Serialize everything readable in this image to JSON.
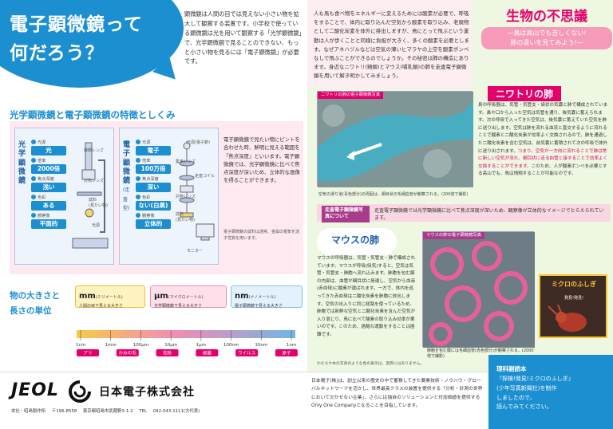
{
  "left": {
    "title_line1": "電子顕微鏡って",
    "title_line2": "何だろう？",
    "intro": "顕微鏡は人間の目では見えない小さい物を拡大して観察する装置です。小学校で使っている顕微鏡は光を用いて観察する「光学顕微鏡」で、光学顕微鏡で見ることのできない、もっと小さい物を見るには「電子顕微鏡」が必要です。",
    "compare_title": "光学顕微鏡と電子顕微鏡の特徴としくみ",
    "optical": {
      "label": "光学顕微鏡",
      "specs": [
        {
          "key": "光源",
          "value": "光"
        },
        {
          "key": "倍率",
          "value": "2000倍"
        },
        {
          "key": "焦点深度",
          "value": "浅い"
        },
        {
          "key": "色彩",
          "value": "ある"
        },
        {
          "key": "観察像",
          "value": "平面的"
        }
      ],
      "diagram_labels": [
        "接眼レンズ",
        "対物レンズ",
        "試料",
        "(見たい物)",
        "光源"
      ]
    },
    "electron": {
      "label": "電子顕微鏡",
      "sub_label": "(走査型)",
      "specs": [
        {
          "key": "光源",
          "value": "電子"
        },
        {
          "key": "倍率",
          "value": "100万倍"
        },
        {
          "key": "焦点深度",
          "value": "深い"
        },
        {
          "key": "色彩",
          "value": "ない(白黒)"
        },
        {
          "key": "観察像",
          "value": "立体的"
        }
      ],
      "diagram_labels": [
        "光源(電子銃)",
        "集束レンズ",
        "走査コイル",
        "対物レンズ",
        "試料",
        "(見たい物)",
        "モニター"
      ]
    },
    "compare_note": "電子顕微鏡で見たい物にピントを合わせた時、鮮明に見える範囲を「焦点深度」といいます。電子顕微鏡では、光学顕微鏡に比べて焦点深度が深いため、立体的な画像を得ることができます。",
    "compare_footnote": "電子顕微鏡の試料は通常、金属の電気を流す性質を用います。",
    "size_title_line1": "物の大きさと",
    "size_title_line2": "長さの単位",
    "units": [
      {
        "symbol": "mm",
        "sub": "(ミリメートル)",
        "desc": "人間の目で見える大きさ"
      },
      {
        "symbol": "μm",
        "sub": "(マイクロメートル)",
        "desc": "光学顕微鏡で見える大きさ"
      },
      {
        "symbol": "nm",
        "sub": "(ナノメートル)",
        "desc": "電子顕微鏡で見える大きさ"
      }
    ],
    "scale": {
      "ticks": [
        "1cm",
        "1mm",
        "100μm",
        "10μm",
        "1μm",
        "100nm",
        "10nm",
        "1nm"
      ],
      "objects": [
        "アリ",
        "かみの毛",
        "花粉",
        "細菌",
        "ウイルス",
        "原子"
      ]
    }
  },
  "right": {
    "intro": "人も馬も食べ物をエネルギーに変えるためには酸素が必要で、呼吸をすることで、体内に取り込んだ空気から酸素を取り込み、老廃物として二酸化炭素を体外に排出しますが、鳥にとって飛ぶという運動は人が歩くことと同様に負担が大きく、多くの酸素を必要とします。なぜアネハヅルなどは空気の薄いヒマラヤの上空を酸素ボンベなしで飛ぶことができるのでしょうか。その秘密は肺の構造にあります。身近なニワトリ(鶏類)とマウス(哺乳類)の肺を走査電子顕微鏡を用いて解き明かしてみましょう。",
    "title": "生物の不思議",
    "subtitle_line1": "―鳥は高山でも苦しくない!",
    "subtitle_line2": "肺の違いを見てみよう!―",
    "chicken": {
      "image_header": "ニワトリの肺の電子顕微鏡写真",
      "caption": "空気の通り道(青色部分)の周囲は、網目状の毛細血管が観察される。(200倍で撮影)",
      "heading": "ニワトリの肺",
      "text_1": "鳥の呼吸器は、気管・気管支・袋状の気嚢と肺で構成されています。鼻や口から入った空気は気管を通り、後気嚢に蓄えられます。次の呼吸で入ってきた空気は、後気嚢に蓄えていた空気を肺に送り出します。空気は肺を流れる血流と直交するように流れることで酸素と二酸化炭素が効率よく交換されるので、肺を通過した二酸化炭素を含む空気は、前気嚢に蓄積されて次の呼吸で体外に送り出されます。",
      "text_highlight": "つまり、空気が一方向に流れることで肺は常に新しい空気が流れ、網目状に走る血管と接することで効率よく交換することができます。",
      "text_2": "このため、人が酸素ボンベを必要とする高山でも、鳥は飛翔することが可能なのです。"
    },
    "sem": {
      "tag": "走査電子顕微鏡写真について",
      "text": "走査電子顕微鏡では光学顕微鏡に比べて焦点深度が深いため、観察像が立体的なイメージでとらえられています。"
    },
    "mouse": {
      "heading": "マウスの肺",
      "text": "マウスの呼吸器は、気管・気管支・肺で構成されています。マウスが呼吸(吸気)すると、空気は気管・気管支・肺胞へ流れ込みます。肺胞を包む膜の内部は、血管が網目状に発達し、空気から血液(赤血球)に酸素が運ばれます。一方で、体内を巡ってきた赤血球は二酸化炭素を肺胞に放出します。空気の出入りに同じ経路を使っているため、肺胞では新鮮な空気と二酸化炭素を含んだ空気が入り混じり、鳥に比べて酸素の取り込み効率が悪いのです。このため、過酷な運動をすることは困難です。",
      "image_header": "マウスの肺の電子顕微鏡写真",
      "caption": "肺胞を包む膜には毛細血管(赤色部分)が観察される。(2000倍で撮影)"
    },
    "book": {
      "title": "ミクロのふしぎ",
      "sub": "発見!発見!"
    },
    "footnote": "わたちや本の写真のような色の表示は、実際にはありません。"
  },
  "footer": {
    "logo": "JEOL",
    "company": "日本電子株式会社",
    "address": "本社・昭島製作所 〒196-8558 東京都昭島市武蔵野3-1-2 TEL 042-543-1111(大代表)",
    "description": "日本電子(株)は、創立以来の歴史の中で蓄積してきた要素技術・ノウハウ・グローバルネットワークを活かし、世界最高クラスの装置を提供する「分析・計測の世界において欠かせない企業」、さらには独自のソリューションと付加価値を提供するOnly One Companyとなることを目指しています。",
    "promo_line1": "理科副読本",
    "promo_line2": "『探検!発見!ミクロのふしぎ』",
    "promo_line3": "(少年写真新聞社)を制作",
    "promo_line4": "しましたので、",
    "promo_line5": "読んでみてください。"
  }
}
